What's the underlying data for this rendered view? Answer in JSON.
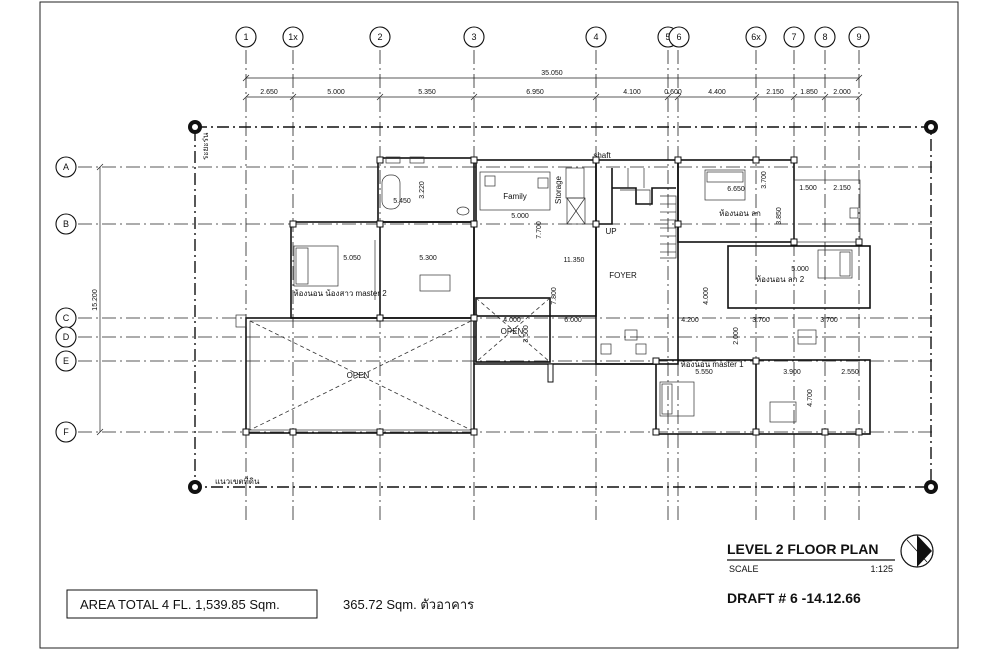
{
  "grid": {
    "columns": [
      "1",
      "1x",
      "2",
      "3",
      "4",
      "5",
      "6",
      "6x",
      "7",
      "8",
      "9"
    ],
    "rows": [
      "A",
      "B",
      "C",
      "D",
      "E",
      "F"
    ]
  },
  "dimensions": {
    "overall": "35.050",
    "segments": [
      "2.650",
      "5.000",
      "5.350",
      "6.950",
      "4.100",
      "0.600",
      "4.400",
      "2.150",
      "1.850",
      "2.000"
    ],
    "vertical": "15.200",
    "interior": [
      "3.220",
      "5.450",
      "5.000",
      "7.700",
      "11.350",
      "7.800",
      "6.000",
      "4.000",
      "3.500",
      "5.050",
      "5.300",
      "6.650",
      "3.700",
      "1.500",
      "2.150",
      "3.850",
      "5.000",
      "4.000",
      "4.200",
      "3.700",
      "3.700",
      "2.000",
      "5.550",
      "3.900",
      "2.550",
      "4.700"
    ]
  },
  "labels": {
    "shaft": "shaft",
    "family": "Family",
    "up": "UP",
    "foyer": "FOYER",
    "open_left": "OPEN",
    "open_mid": "OPEN",
    "master2": "ห้องนอน น้องสาว master 2",
    "bed_ne": "ห้องนอน ลก",
    "bed_e": "ห้องนอน ลก 2",
    "master1": "ห้องนอน master 1",
    "setback_top": "ระยะร่น",
    "setback_bottom": "แนวเขตที่ดิน",
    "storage": "Storage"
  },
  "title_block": {
    "title": "LEVEL 2 FLOOR PLAN",
    "scale_label": "SCALE",
    "scale_value": "1:125",
    "draft": "DRAFT # 6 -14.12.66"
  },
  "area": {
    "total": "AREA TOTAL 4 FL. 1,539.85 Sqm.",
    "building": "365.72 Sqm. ตัวอาคาร"
  }
}
